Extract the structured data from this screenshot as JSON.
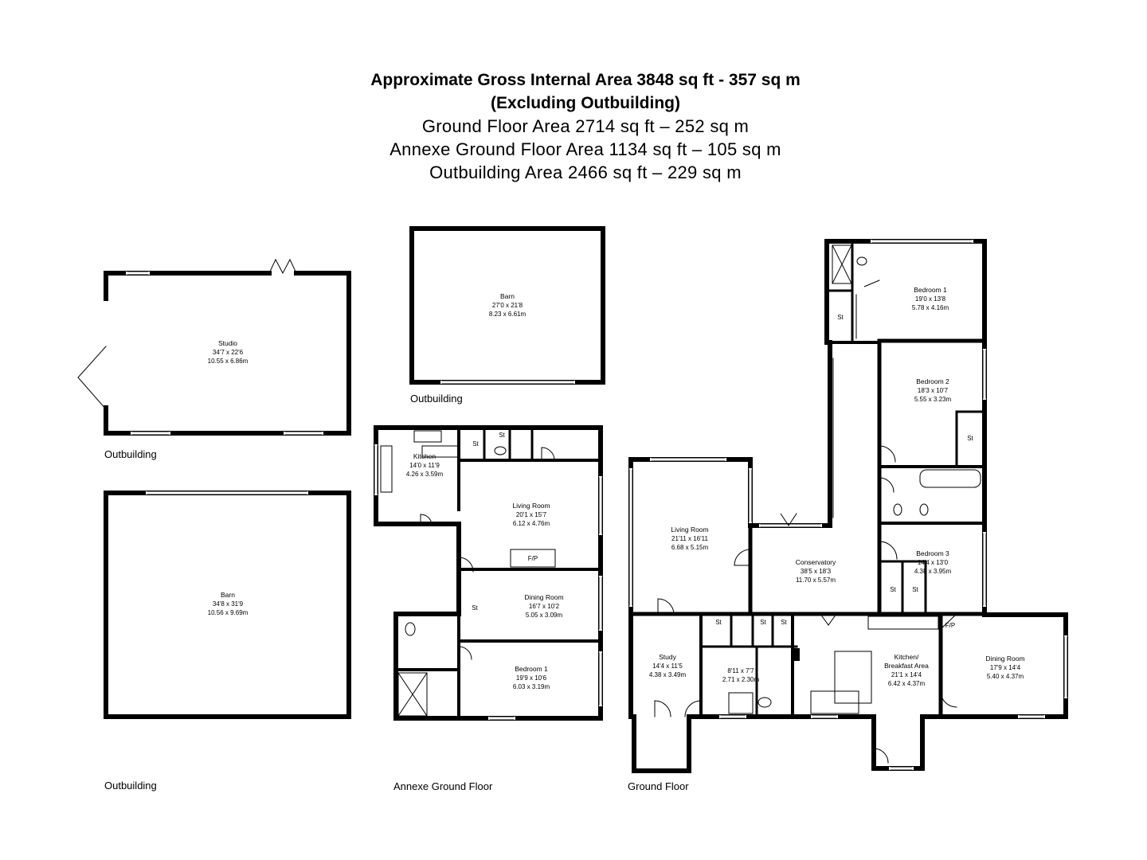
{
  "header": {
    "line1": "Approximate Gross Internal Area 3848 sq ft - 357 sq m",
    "line2": "(Excluding Outbuilding)",
    "line3": "Ground Floor Area 2714 sq ft – 252 sq m",
    "line4": "Annexe Ground Floor Area 1134 sq ft – 105 sq m",
    "line5": "Outbuilding Area 2466 sq ft – 229 sq m"
  },
  "captions": {
    "outbuilding_studio": "Outbuilding",
    "outbuilding_barn_small": "Outbuilding",
    "outbuilding_barn_large": "Outbuilding",
    "annexe": "Annexe Ground Floor",
    "ground": "Ground Floor"
  },
  "rooms": {
    "studio": {
      "name": "Studio",
      "imperial": "34'7 x 22'6",
      "metric": "10.55 x 6.86m"
    },
    "barn_large": {
      "name": "Barn",
      "imperial": "34'8 x 31'9",
      "metric": "10.56 x 9.69m"
    },
    "barn_small": {
      "name": "Barn",
      "imperial": "27'0 x 21'8",
      "metric": "8.23 x 6.61m"
    },
    "annexe_kitchen": {
      "name": "Kitchen",
      "imperial": "14'0 x 11'9",
      "metric": "4.26 x 3.59m"
    },
    "annexe_living": {
      "name": "Living Room",
      "imperial": "20'1 x 15'7",
      "metric": "6.12 x 4.76m"
    },
    "annexe_dining": {
      "name": "Dining Room",
      "imperial": "16'7 x 10'2",
      "metric": "5.05 x 3.09m"
    },
    "annexe_bedroom1": {
      "name": "Bedroom 1",
      "imperial": "19'9 x 10'6",
      "metric": "6.03 x 3.19m"
    },
    "gf_living": {
      "name": "Living Room",
      "imperial": "21'11 x 16'11",
      "metric": "6.68 x 5.15m"
    },
    "gf_study": {
      "name": "Study",
      "imperial": "14'4 x 11'5",
      "metric": "4.38 x 3.49m"
    },
    "gf_utility": {
      "imperial": "8'11 x 7'7",
      "metric": "2.71 x 2.30m"
    },
    "gf_conservatory": {
      "name": "Conservatory",
      "imperial": "38'5 x 18'3",
      "metric": "11.70 x 5.57m"
    },
    "gf_kitchen": {
      "name1": "Kitchen/",
      "name2": "Breakfast Area",
      "imperial": "21'1 x 14'4",
      "metric": "6.42 x 4.37m"
    },
    "gf_dining": {
      "name": "Dining Room",
      "imperial": "17'9 x 14'4",
      "metric": "5.40 x 4.37m"
    },
    "gf_bedroom1": {
      "name": "Bedroom 1",
      "imperial": "19'0 x 13'8",
      "metric": "5.78 x 4.16m"
    },
    "gf_bedroom2": {
      "name": "Bedroom 2",
      "imperial": "18'3 x 10'7",
      "metric": "5.55 x 3.23m"
    },
    "gf_bedroom3": {
      "name": "Bedroom 3",
      "imperial": "14'4 x 13'0",
      "metric": "4.38 x 3.95m"
    }
  },
  "labels": {
    "store": "St",
    "fireplace": "F/P"
  }
}
